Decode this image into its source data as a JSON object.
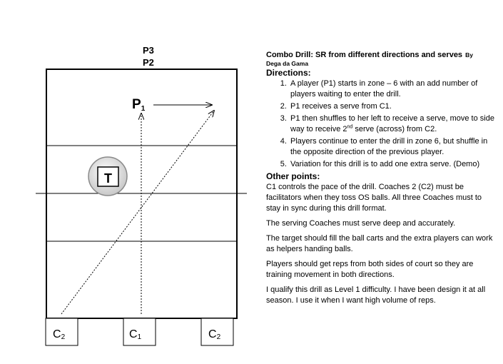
{
  "court": {
    "top_labels": [
      "P3",
      "P2"
    ],
    "player_label": "P",
    "player_sub": "1",
    "target_label": "T",
    "coaches": [
      {
        "base": "C",
        "sub": "2"
      },
      {
        "base": "C",
        "sub": "1"
      },
      {
        "base": "C",
        "sub": "2"
      }
    ]
  },
  "document": {
    "title": "Combo Drill: SR from different directions and serves",
    "by": "By",
    "author": "Dega da Gama",
    "directions_heading": "Directions:",
    "steps": [
      {
        "text": "A player (P1) starts in zone – 6 with an add number of players waiting to enter the drill."
      },
      {
        "text": "P1 receives a serve from C1."
      },
      {
        "pre": "P1 then shuffles to her left to receive a serve, move to side way to receive 2",
        "sup": "nd",
        "post": " serve (across) from C2."
      },
      {
        "text": "Players continue to enter the drill in zone 6, but shuffle in the opposite direction of the previous player."
      },
      {
        "text": "Variation for this drill is to add one extra serve. (Demo)"
      }
    ],
    "other_heading": "Other points:",
    "paragraphs": [
      "C1 controls the pace of the drill. Coaches 2 (C2) must be facilitators when they toss OS balls.  All three Coaches must to stay in sync during this drill format.",
      "The serving Coaches must serve deep and accurately.",
      "The target should fill the ball carts and the extra players can work as helpers handing balls.",
      "Players should get reps from both sides of court so they are training movement in both directions.",
      "I qualify this drill as Level 1 difficulty. I have been design it at all season. I use it when I want high volume of reps."
    ]
  }
}
